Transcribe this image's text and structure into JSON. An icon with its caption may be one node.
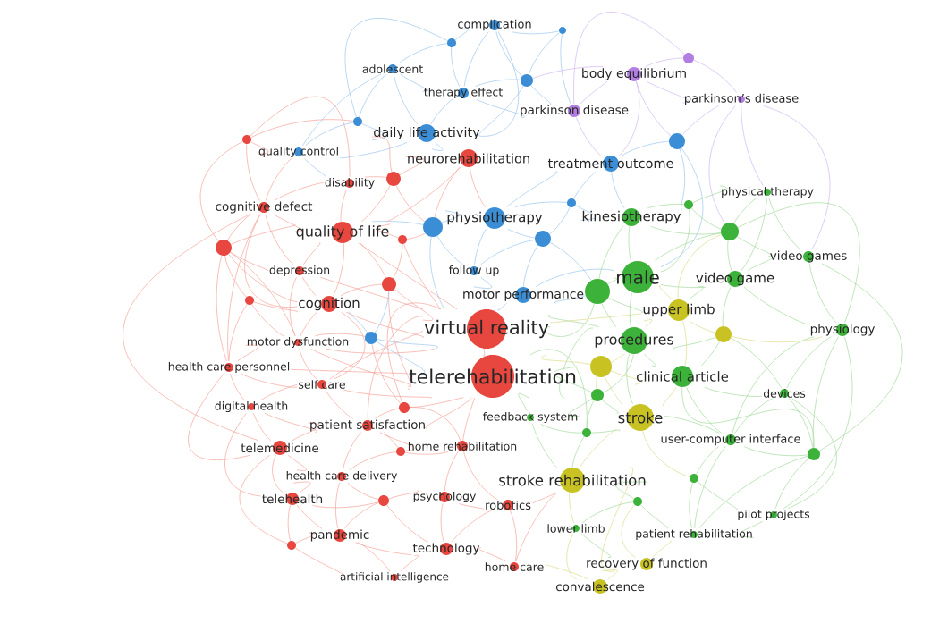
{
  "diagram": {
    "nodes": [
      {
        "text": [
          "complication"
        ]
      },
      {
        "text": [],
        "shape": "circle"
      },
      {
        "text": [],
        "shape": "circle"
      },
      {
        "text": [],
        "shape": "circle"
      },
      {
        "text": [
          "adolescent"
        ]
      },
      {
        "text": [
          "body equilibrium"
        ]
      },
      {
        "text": [],
        "shape": "circle"
      },
      {
        "text": [
          "therapy effect"
        ]
      },
      {
        "text": [
          "parkinson’s disease"
        ]
      },
      {
        "text": [
          "parkinson disease"
        ]
      },
      {
        "text": [],
        "shape": "circle"
      },
      {
        "text": [
          "daily life activity"
        ]
      },
      {
        "text": [],
        "shape": "circle"
      },
      {
        "text": [],
        "shape": "circle"
      },
      {
        "text": [
          "quality control"
        ]
      },
      {
        "text": [
          "neurorehabilitation"
        ]
      },
      {
        "text": [
          "treatment outcome"
        ]
      },
      {
        "text": [],
        "shape": "circle"
      },
      {
        "text": [
          "disability"
        ]
      },
      {
        "text": [
          "physical therapy"
        ]
      },
      {
        "text": [],
        "shape": "circle"
      },
      {
        "text": [],
        "shape": "circle"
      },
      {
        "text": [
          "cognitive defect"
        ]
      },
      {
        "text": [
          "physiotherapy"
        ]
      },
      {
        "text": [],
        "shape": "circle"
      },
      {
        "text": [
          "kinesiotherapy"
        ]
      },
      {
        "text": [],
        "shape": "circle"
      },
      {
        "text": [
          "quality of life"
        ]
      },
      {
        "text": [],
        "shape": "circle"
      },
      {
        "text": [],
        "shape": "circle"
      },
      {
        "text": [],
        "shape": "circle"
      },
      {
        "text": [
          "video games"
        ]
      },
      {
        "text": [
          "depression"
        ]
      },
      {
        "text": [
          "follow up"
        ]
      },
      {
        "text": [
          "male"
        ]
      },
      {
        "text": [
          "video game"
        ]
      },
      {
        "text": [],
        "shape": "circle"
      },
      {
        "text": [],
        "shape": "circle"
      },
      {
        "text": [
          "motor performance"
        ]
      },
      {
        "text": [],
        "shape": "circle"
      },
      {
        "text": [
          "cognition"
        ]
      },
      {
        "text": [
          "upper limb"
        ]
      },
      {
        "text": [
          "virtual reality"
        ]
      },
      {
        "text": [
          "procedures"
        ]
      },
      {
        "text": [
          "physiology"
        ]
      },
      {
        "text": [],
        "shape": "circle"
      },
      {
        "text": [],
        "shape": "circle"
      },
      {
        "text": [
          "motor dysfunction"
        ]
      },
      {
        "text": [],
        "shape": "circle"
      },
      {
        "text": [
          "health care personnel"
        ]
      },
      {
        "text": [
          "telerehabilitation"
        ]
      },
      {
        "text": [
          "clinical article"
        ]
      },
      {
        "text": [
          "self care"
        ]
      },
      {
        "text": [],
        "shape": "circle"
      },
      {
        "text": [],
        "shape": "circle"
      },
      {
        "text": [
          "devices"
        ]
      },
      {
        "text": [
          "digital health"
        ]
      },
      {
        "text": [
          "feedback system"
        ]
      },
      {
        "text": [
          "stroke"
        ]
      },
      {
        "text": [
          "patient satisfaction"
        ]
      },
      {
        "text": [],
        "shape": "circle"
      },
      {
        "text": [],
        "shape": "circle"
      },
      {
        "text": [
          "home rehabilitation"
        ]
      },
      {
        "text": [
          "user-computer interface"
        ]
      },
      {
        "text": [],
        "shape": "circle"
      },
      {
        "text": [
          "telemedicine"
        ]
      },
      {
        "text": [
          "health care delivery"
        ]
      },
      {
        "text": [
          "stroke rehabilitation"
        ]
      },
      {
        "text": [],
        "shape": "circle"
      },
      {
        "text": [],
        "shape": "circle"
      },
      {
        "text": [
          "telehealth"
        ]
      },
      {
        "text": [
          "psychology"
        ]
      },
      {
        "text": [],
        "shape": "circle"
      },
      {
        "text": [
          "robotics"
        ]
      },
      {
        "text": [
          "pilot projects"
        ]
      },
      {
        "text": [
          "lower limb"
        ]
      },
      {
        "text": [
          "pandemic"
        ]
      },
      {
        "text": [
          "patient rehabilitation"
        ]
      },
      {
        "text": [],
        "shape": "circle"
      },
      {
        "text": [
          "technology"
        ]
      },
      {
        "text": [
          "recovery of function"
        ]
      },
      {
        "text": [
          "home care"
        ]
      },
      {
        "text": [
          "artificial intelligence"
        ]
      },
      {
        "text": [
          "convalescence"
        ]
      }
    ],
    "edges": [
      {
        "from": 24,
        "to": 42,
        "arrow": "none",
        "color": "#9cc5ee"
      },
      {
        "from": 27,
        "to": 42,
        "arrow": "none"
      },
      {
        "from": 29,
        "to": 42,
        "arrow": "none"
      },
      {
        "from": 32,
        "to": 42,
        "arrow": "none"
      },
      {
        "from": 36,
        "to": 42,
        "arrow": "none"
      },
      {
        "from": 36,
        "to": 50,
        "arrow": "none"
      },
      {
        "from": 37,
        "to": 42,
        "arrow": "none",
        "color": "#a4da9c"
      },
      {
        "from": 38,
        "to": 42,
        "arrow": "none",
        "color": "#9cc5ee"
      },
      {
        "from": 40,
        "to": 42,
        "arrow": "none"
      },
      {
        "from": 41,
        "to": 42,
        "arrow": "none",
        "color": "#dedb8a"
      },
      {
        "from": 43,
        "to": 42,
        "arrow": "none",
        "color": "#a4da9c"
      },
      {
        "from": 43,
        "to": 50,
        "arrow": "none",
        "color": "#a4da9c"
      },
      {
        "from": 46,
        "to": 42,
        "arrow": "none",
        "color": "#9cc5ee"
      },
      {
        "from": 46,
        "to": 50,
        "arrow": "none",
        "color": "#9cc5ee"
      },
      {
        "from": 47,
        "to": 42,
        "arrow": "none"
      },
      {
        "from": 47,
        "to": 50,
        "arrow": "none"
      },
      {
        "from": 48,
        "to": 50,
        "arrow": "none",
        "color": "#dedb8a"
      },
      {
        "from": 49,
        "to": 50,
        "arrow": "none"
      },
      {
        "from": 52,
        "to": 42,
        "arrow": "none"
      },
      {
        "from": 52,
        "to": 50,
        "arrow": "none"
      },
      {
        "from": 53,
        "to": 42,
        "arrow": "none"
      },
      {
        "from": 53,
        "to": 50,
        "arrow": "none"
      },
      {
        "from": 54,
        "to": 50,
        "arrow": "none",
        "color": "#a4da9c"
      },
      {
        "from": 57,
        "to": 50,
        "arrow": "none",
        "color": "#a4da9c"
      },
      {
        "from": 59,
        "to": 42,
        "arrow": "none"
      },
      {
        "from": 59,
        "to": 50,
        "arrow": "none"
      },
      {
        "from": 60,
        "to": 50,
        "arrow": "none",
        "color": "#a4da9c"
      },
      {
        "from": 62,
        "to": 50,
        "arrow": "none"
      },
      {
        "from": 42,
        "to": 50,
        "arrow": "none"
      },
      {
        "from": 0,
        "to": 1,
        "arrow": "none",
        "color": "#9cc5ee"
      },
      {
        "from": 0,
        "to": 2,
        "arrow": "none",
        "color": "#9cc5ee"
      },
      {
        "from": 0,
        "to": 6,
        "arrow": "none",
        "color": "#9cc5ee"
      },
      {
        "from": 0,
        "to": 7,
        "arrow": "none",
        "color": "#9cc5ee"
      },
      {
        "from": 0,
        "to": 11,
        "arrow": "none",
        "color": "#9cc5ee"
      },
      {
        "from": 1,
        "to": 4,
        "arrow": "none",
        "color": "#9cc5ee"
      },
      {
        "from": 2,
        "to": 6,
        "arrow": "none",
        "color": "#9cc5ee"
      },
      {
        "from": 4,
        "to": 7,
        "arrow": "none",
        "color": "#9cc5ee"
      },
      {
        "from": 4,
        "to": 11,
        "arrow": "none",
        "color": "#9cc5ee"
      },
      {
        "from": 4,
        "to": 10,
        "arrow": "none",
        "color": "#9cc5ee"
      },
      {
        "from": 6,
        "to": 11,
        "arrow": "none",
        "color": "#9cc5ee"
      },
      {
        "from": 7,
        "to": 11,
        "arrow": "none",
        "color": "#9cc5ee"
      },
      {
        "from": 10,
        "to": 11,
        "arrow": "none",
        "color": "#9cc5ee"
      },
      {
        "from": 11,
        "to": 15,
        "arrow": "none",
        "color": "#9cc5ee"
      },
      {
        "from": 13,
        "to": 16,
        "arrow": "none",
        "color": "#9cc5ee"
      },
      {
        "from": 14,
        "to": 18,
        "arrow": "none",
        "color": "#9cc5ee"
      },
      {
        "from": 14,
        "to": 11,
        "arrow": "none",
        "color": "#9cc5ee"
      },
      {
        "from": 16,
        "to": 23,
        "arrow": "none",
        "color": "#9cc5ee"
      },
      {
        "from": 16,
        "to": 25,
        "arrow": "none",
        "color": "#9cc5ee"
      },
      {
        "from": 16,
        "to": 21,
        "arrow": "none",
        "color": "#9cc5ee"
      },
      {
        "from": 21,
        "to": 23,
        "arrow": "none",
        "color": "#9cc5ee"
      },
      {
        "from": 23,
        "to": 24,
        "arrow": "none",
        "color": "#9cc5ee"
      },
      {
        "from": 23,
        "to": 28,
        "arrow": "none",
        "color": "#9cc5ee"
      },
      {
        "from": 23,
        "to": 33,
        "arrow": "none",
        "color": "#9cc5ee"
      },
      {
        "from": 24,
        "to": 27,
        "arrow": "none",
        "color": "#9cc5ee"
      },
      {
        "from": 28,
        "to": 38,
        "arrow": "none",
        "color": "#9cc5ee"
      },
      {
        "from": 33,
        "to": 38,
        "arrow": "none",
        "color": "#9cc5ee"
      },
      {
        "from": 38,
        "to": 34,
        "arrow": "none",
        "color": "#9cc5ee"
      },
      {
        "from": 46,
        "to": 40,
        "arrow": "none",
        "color": "#9cc5ee"
      },
      {
        "from": 13,
        "to": 34,
        "arrow": "none",
        "color": "#9cc5ee"
      },
      {
        "from": 3,
        "to": 5,
        "arrow": "none",
        "color": "#d2b6f0"
      },
      {
        "from": 3,
        "to": 8,
        "arrow": "none",
        "color": "#d2b6f0"
      },
      {
        "from": 5,
        "to": 9,
        "arrow": "none",
        "color": "#d2b6f0"
      },
      {
        "from": 5,
        "to": 8,
        "arrow": "none",
        "color": "#d2b6f0"
      },
      {
        "from": 9,
        "to": 16,
        "arrow": "none",
        "color": "#d2b6f0"
      },
      {
        "from": 5,
        "to": 16,
        "arrow": "none",
        "color": "#d2b6f0"
      },
      {
        "from": 8,
        "to": 26,
        "arrow": "none",
        "color": "#d2b6f0"
      },
      {
        "from": 5,
        "to": 13,
        "arrow": "none",
        "color": "#d2b6f0"
      },
      {
        "from": 12,
        "to": 22,
        "arrow": "none"
      },
      {
        "from": 12,
        "to": 30,
        "arrow": "none"
      },
      {
        "from": 12,
        "to": 18,
        "arrow": "none"
      },
      {
        "from": 15,
        "to": 17,
        "arrow": "none"
      },
      {
        "from": 15,
        "to": 27,
        "arrow": "none"
      },
      {
        "from": 17,
        "to": 27,
        "arrow": "none"
      },
      {
        "from": 18,
        "to": 27,
        "arrow": "none"
      },
      {
        "from": 22,
        "to": 27,
        "arrow": "none"
      },
      {
        "from": 22,
        "to": 30,
        "arrow": "none"
      },
      {
        "from": 27,
        "to": 30,
        "arrow": "none"
      },
      {
        "from": 27,
        "to": 32,
        "arrow": "none"
      },
      {
        "from": 27,
        "to": 40,
        "arrow": "none"
      },
      {
        "from": 29,
        "to": 27,
        "arrow": "none"
      },
      {
        "from": 30,
        "to": 32,
        "arrow": "none"
      },
      {
        "from": 30,
        "to": 39,
        "arrow": "none"
      },
      {
        "from": 30,
        "to": 40,
        "arrow": "none"
      },
      {
        "from": 32,
        "to": 40,
        "arrow": "none"
      },
      {
        "from": 36,
        "to": 40,
        "arrow": "none"
      },
      {
        "from": 39,
        "to": 47,
        "arrow": "none"
      },
      {
        "from": 40,
        "to": 47,
        "arrow": "none"
      },
      {
        "from": 47,
        "to": 49,
        "arrow": "none"
      },
      {
        "from": 49,
        "to": 56,
        "arrow": "none"
      },
      {
        "from": 52,
        "to": 40,
        "arrow": "none"
      },
      {
        "from": 53,
        "to": 59,
        "arrow": "none"
      },
      {
        "from": 56,
        "to": 65,
        "arrow": "none"
      },
      {
        "from": 59,
        "to": 65,
        "arrow": "none"
      },
      {
        "from": 61,
        "to": 62,
        "arrow": "none"
      },
      {
        "from": 62,
        "to": 71,
        "arrow": "none"
      },
      {
        "from": 65,
        "to": 66,
        "arrow": "none"
      },
      {
        "from": 65,
        "to": 70,
        "arrow": "none"
      },
      {
        "from": 66,
        "to": 70,
        "arrow": "none"
      },
      {
        "from": 70,
        "to": 76,
        "arrow": "none"
      },
      {
        "from": 76,
        "to": 78,
        "arrow": "none"
      },
      {
        "from": 70,
        "to": 78,
        "arrow": "none"
      },
      {
        "from": 71,
        "to": 72,
        "arrow": "none"
      },
      {
        "from": 72,
        "to": 76,
        "arrow": "none"
      },
      {
        "from": 73,
        "to": 79,
        "arrow": "none"
      },
      {
        "from": 79,
        "to": 82,
        "arrow": "none"
      },
      {
        "from": 81,
        "to": 73,
        "arrow": "none"
      },
      {
        "from": 76,
        "to": 79,
        "arrow": "none"
      },
      {
        "from": 82,
        "to": 76,
        "arrow": "none"
      },
      {
        "from": 65,
        "to": 22,
        "arrow": "none"
      },
      {
        "from": 19,
        "to": 26,
        "arrow": "none",
        "color": "#a4da9c"
      },
      {
        "from": 20,
        "to": 25,
        "arrow": "none",
        "color": "#a4da9c"
      },
      {
        "from": 25,
        "to": 34,
        "arrow": "none",
        "color": "#a4da9c"
      },
      {
        "from": 26,
        "to": 35,
        "arrow": "none",
        "color": "#a4da9c"
      },
      {
        "from": 26,
        "to": 31,
        "arrow": "none",
        "color": "#a4da9c"
      },
      {
        "from": 31,
        "to": 35,
        "arrow": "none",
        "color": "#a4da9c"
      },
      {
        "from": 31,
        "to": 44,
        "arrow": "none",
        "color": "#a4da9c"
      },
      {
        "from": 34,
        "to": 35,
        "arrow": "none",
        "color": "#a4da9c"
      },
      {
        "from": 34,
        "to": 37,
        "arrow": "none",
        "color": "#a4da9c"
      },
      {
        "from": 34,
        "to": 43,
        "arrow": "none",
        "color": "#a4da9c"
      },
      {
        "from": 35,
        "to": 44,
        "arrow": "none",
        "color": "#a4da9c"
      },
      {
        "from": 37,
        "to": 43,
        "arrow": "none",
        "color": "#a4da9c"
      },
      {
        "from": 43,
        "to": 51,
        "arrow": "none",
        "color": "#a4da9c"
      },
      {
        "from": 44,
        "to": 55,
        "arrow": "none",
        "color": "#a4da9c"
      },
      {
        "from": 44,
        "to": 64,
        "arrow": "none",
        "color": "#a4da9c"
      },
      {
        "from": 51,
        "to": 55,
        "arrow": "none",
        "color": "#a4da9c"
      },
      {
        "from": 51,
        "to": 63,
        "arrow": "none",
        "color": "#a4da9c"
      },
      {
        "from": 54,
        "to": 43,
        "arrow": "none",
        "color": "#a4da9c"
      },
      {
        "from": 55,
        "to": 64,
        "arrow": "none",
        "color": "#a4da9c"
      },
      {
        "from": 57,
        "to": 60,
        "arrow": "none",
        "color": "#a4da9c"
      },
      {
        "from": 63,
        "to": 64,
        "arrow": "none",
        "color": "#a4da9c"
      },
      {
        "from": 63,
        "to": 68,
        "arrow": "none",
        "color": "#a4da9c"
      },
      {
        "from": 64,
        "to": 74,
        "arrow": "none",
        "color": "#a4da9c"
      },
      {
        "from": 68,
        "to": 77,
        "arrow": "none",
        "color": "#a4da9c"
      },
      {
        "from": 69,
        "to": 75,
        "arrow": "none",
        "color": "#a4da9c"
      },
      {
        "from": 77,
        "to": 74,
        "arrow": "none",
        "color": "#a4da9c"
      },
      {
        "from": 19,
        "to": 31,
        "arrow": "none",
        "color": "#a4da9c"
      },
      {
        "from": 44,
        "to": 74,
        "arrow": "none",
        "color": "#a4da9c"
      },
      {
        "from": 41,
        "to": 45,
        "arrow": "none",
        "color": "#dedb8a"
      },
      {
        "from": 41,
        "to": 34,
        "arrow": "none",
        "color": "#dedb8a"
      },
      {
        "from": 41,
        "to": 43,
        "arrow": "none",
        "color": "#dedb8a"
      },
      {
        "from": 45,
        "to": 44,
        "arrow": "none",
        "color": "#dedb8a"
      },
      {
        "from": 48,
        "to": 58,
        "arrow": "none",
        "color": "#dedb8a"
      },
      {
        "from": 58,
        "to": 67,
        "arrow": "none",
        "color": "#dedb8a"
      },
      {
        "from": 58,
        "to": 51,
        "arrow": "none",
        "color": "#dedb8a"
      },
      {
        "from": 67,
        "to": 80,
        "arrow": "none",
        "color": "#dedb8a"
      },
      {
        "from": 80,
        "to": 83,
        "arrow": "none",
        "color": "#dedb8a"
      },
      {
        "from": 75,
        "to": 83,
        "arrow": "none",
        "color": "#dedb8a"
      },
      {
        "from": 77,
        "to": 80,
        "arrow": "none",
        "color": "#dedb8a"
      },
      {
        "from": 67,
        "to": 75,
        "arrow": "none",
        "color": "#dedb8a"
      },
      {
        "from": 12,
        "to": 14,
        "arrow": "none"
      },
      {
        "from": 22,
        "to": 32,
        "arrow": "none"
      },
      {
        "from": 22,
        "to": 40,
        "arrow": "none"
      },
      {
        "from": 22,
        "to": 49,
        "arrow": "none"
      },
      {
        "from": 30,
        "to": 47,
        "arrow": "none"
      },
      {
        "from": 30,
        "to": 49,
        "arrow": "none"
      },
      {
        "from": 39,
        "to": 40,
        "arrow": "none"
      },
      {
        "from": 39,
        "to": 49,
        "arrow": "none"
      },
      {
        "from": 32,
        "to": 47,
        "arrow": "none"
      },
      {
        "from": 47,
        "to": 52,
        "arrow": "none"
      },
      {
        "from": 49,
        "to": 52,
        "arrow": "none"
      },
      {
        "from": 52,
        "to": 56,
        "arrow": "none"
      },
      {
        "from": 52,
        "to": 59,
        "arrow": "none"
      },
      {
        "from": 56,
        "to": 59,
        "arrow": "none"
      },
      {
        "from": 49,
        "to": 65,
        "arrow": "none"
      },
      {
        "from": 56,
        "to": 70,
        "arrow": "none"
      },
      {
        "from": 59,
        "to": 66,
        "arrow": "none"
      },
      {
        "from": 59,
        "to": 62,
        "arrow": "none"
      },
      {
        "from": 61,
        "to": 59,
        "arrow": "none"
      },
      {
        "from": 61,
        "to": 66,
        "arrow": "none"
      },
      {
        "from": 62,
        "to": 73,
        "arrow": "none"
      },
      {
        "from": 66,
        "to": 76,
        "arrow": "none"
      },
      {
        "from": 66,
        "to": 72,
        "arrow": "none"
      },
      {
        "from": 71,
        "to": 79,
        "arrow": "none"
      },
      {
        "from": 71,
        "to": 73,
        "arrow": "none"
      },
      {
        "from": 72,
        "to": 79,
        "arrow": "none"
      },
      {
        "from": 73,
        "to": 67,
        "arrow": "none"
      },
      {
        "from": 81,
        "to": 79,
        "arrow": "none"
      },
      {
        "from": 81,
        "to": 67,
        "arrow": "none"
      },
      {
        "from": 78,
        "to": 65,
        "arrow": "none"
      },
      {
        "from": 78,
        "to": 82,
        "arrow": "none"
      },
      {
        "from": 70,
        "to": 72,
        "arrow": "none"
      },
      {
        "from": 53,
        "to": 62,
        "arrow": "none"
      },
      {
        "from": 36,
        "to": 27,
        "arrow": "none"
      },
      {
        "from": 36,
        "to": 29,
        "arrow": "none"
      },
      {
        "from": 29,
        "to": 24,
        "arrow": "none"
      },
      {
        "from": 17,
        "to": 18,
        "arrow": "none"
      },
      {
        "from": 17,
        "to": 11,
        "arrow": "none"
      },
      {
        "from": 18,
        "to": 22,
        "arrow": "none"
      },
      {
        "from": 14,
        "to": 22,
        "arrow": "none"
      },
      {
        "from": 12,
        "to": 10,
        "arrow": "none"
      },
      {
        "from": 15,
        "to": 23,
        "arrow": "none"
      },
      {
        "from": 15,
        "to": 24,
        "arrow": "none"
      },
      {
        "from": 17,
        "to": 24,
        "arrow": "none"
      },
      {
        "from": 46,
        "to": 53,
        "arrow": "none"
      },
      {
        "from": 46,
        "to": 47,
        "arrow": "none"
      },
      {
        "from": 1,
        "to": 7,
        "arrow": "none",
        "color": "#9cc5ee"
      },
      {
        "from": 1,
        "to": 10,
        "arrow": "none",
        "color": "#9cc5ee"
      },
      {
        "from": 2,
        "to": 9,
        "arrow": "none",
        "color": "#9cc5ee"
      },
      {
        "from": 4,
        "to": 14,
        "arrow": "none",
        "color": "#9cc5ee"
      },
      {
        "from": 6,
        "to": 7,
        "arrow": "none",
        "color": "#9cc5ee"
      },
      {
        "from": 6,
        "to": 9,
        "arrow": "none",
        "color": "#9cc5ee"
      },
      {
        "from": 7,
        "to": 9,
        "arrow": "none",
        "color": "#9cc5ee"
      },
      {
        "from": 10,
        "to": 14,
        "arrow": "none",
        "color": "#9cc5ee"
      },
      {
        "from": 13,
        "to": 25,
        "arrow": "none",
        "color": "#9cc5ee"
      },
      {
        "from": 21,
        "to": 25,
        "arrow": "none",
        "color": "#9cc5ee"
      },
      {
        "from": 21,
        "to": 28,
        "arrow": "none",
        "color": "#9cc5ee"
      },
      {
        "from": 24,
        "to": 33,
        "arrow": "none",
        "color": "#9cc5ee"
      },
      {
        "from": 28,
        "to": 33,
        "arrow": "none",
        "color": "#9cc5ee"
      },
      {
        "from": 28,
        "to": 37,
        "arrow": "none",
        "color": "#9cc5ee"
      },
      {
        "from": 38,
        "to": 37,
        "arrow": "none",
        "color": "#9cc5ee"
      },
      {
        "from": 46,
        "to": 36,
        "arrow": "none",
        "color": "#9cc5ee"
      },
      {
        "from": 8,
        "to": 13,
        "arrow": "none",
        "color": "#d2b6f0"
      },
      {
        "from": 8,
        "to": 19,
        "arrow": "none",
        "color": "#d2b6f0"
      },
      {
        "from": 3,
        "to": 9,
        "arrow": "none",
        "color": "#d2b6f0"
      },
      {
        "from": 5,
        "to": 6,
        "arrow": "none",
        "color": "#d2b6f0"
      },
      {
        "from": 8,
        "to": 31,
        "arrow": "none",
        "color": "#d2b6f0"
      },
      {
        "from": 19,
        "to": 20,
        "arrow": "none",
        "color": "#a4da9c"
      },
      {
        "from": 19,
        "to": 35,
        "arrow": "none",
        "color": "#a4da9c"
      },
      {
        "from": 20,
        "to": 26,
        "arrow": "none",
        "color": "#a4da9c"
      },
      {
        "from": 20,
        "to": 34,
        "arrow": "none",
        "color": "#a4da9c"
      },
      {
        "from": 25,
        "to": 26,
        "arrow": "none",
        "color": "#a4da9c"
      },
      {
        "from": 25,
        "to": 37,
        "arrow": "none",
        "color": "#a4da9c"
      },
      {
        "from": 26,
        "to": 34,
        "arrow": "none",
        "color": "#a4da9c"
      },
      {
        "from": 26,
        "to": 44,
        "arrow": "none",
        "color": "#a4da9c"
      },
      {
        "from": 31,
        "to": 64,
        "arrow": "none",
        "color": "#a4da9c"
      },
      {
        "from": 35,
        "to": 41,
        "arrow": "none",
        "color": "#a4da9c"
      },
      {
        "from": 35,
        "to": 45,
        "arrow": "none",
        "color": "#a4da9c"
      },
      {
        "from": 37,
        "to": 41,
        "arrow": "none",
        "color": "#a4da9c"
      },
      {
        "from": 43,
        "to": 45,
        "arrow": "none",
        "color": "#a4da9c"
      },
      {
        "from": 43,
        "to": 58,
        "arrow": "none",
        "color": "#a4da9c"
      },
      {
        "from": 51,
        "to": 45,
        "arrow": "none",
        "color": "#a4da9c"
      },
      {
        "from": 51,
        "to": 64,
        "arrow": "none",
        "color": "#a4da9c"
      },
      {
        "from": 54,
        "to": 58,
        "arrow": "none",
        "color": "#a4da9c"
      },
      {
        "from": 54,
        "to": 60,
        "arrow": "none",
        "color": "#a4da9c"
      },
      {
        "from": 55,
        "to": 63,
        "arrow": "none",
        "color": "#a4da9c"
      },
      {
        "from": 55,
        "to": 45,
        "arrow": "none",
        "color": "#a4da9c"
      },
      {
        "from": 57,
        "to": 54,
        "arrow": "none",
        "color": "#a4da9c"
      },
      {
        "from": 57,
        "to": 67,
        "arrow": "none",
        "color": "#a4da9c"
      },
      {
        "from": 60,
        "to": 58,
        "arrow": "none",
        "color": "#a4da9c"
      },
      {
        "from": 60,
        "to": 67,
        "arrow": "none",
        "color": "#a4da9c"
      },
      {
        "from": 63,
        "to": 58,
        "arrow": "none",
        "color": "#a4da9c"
      },
      {
        "from": 63,
        "to": 77,
        "arrow": "none",
        "color": "#a4da9c"
      },
      {
        "from": 64,
        "to": 77,
        "arrow": "none",
        "color": "#a4da9c"
      },
      {
        "from": 68,
        "to": 74,
        "arrow": "none",
        "color": "#a4da9c"
      },
      {
        "from": 69,
        "to": 67,
        "arrow": "none",
        "color": "#a4da9c"
      },
      {
        "from": 69,
        "to": 77,
        "arrow": "none",
        "color": "#a4da9c"
      },
      {
        "from": 75,
        "to": 80,
        "arrow": "none",
        "color": "#a4da9c"
      },
      {
        "from": 74,
        "to": 55,
        "arrow": "none",
        "color": "#a4da9c"
      },
      {
        "from": 44,
        "to": 63,
        "arrow": "none",
        "color": "#a4da9c"
      },
      {
        "from": 41,
        "to": 51,
        "arrow": "none",
        "color": "#dedb8a"
      },
      {
        "from": 48,
        "to": 43,
        "arrow": "none",
        "color": "#dedb8a"
      },
      {
        "from": 48,
        "to": 54,
        "arrow": "none",
        "color": "#dedb8a"
      },
      {
        "from": 48,
        "to": 51,
        "arrow": "none",
        "color": "#dedb8a"
      },
      {
        "from": 58,
        "to": 68,
        "arrow": "none",
        "color": "#dedb8a"
      },
      {
        "from": 80,
        "to": 69,
        "arrow": "none",
        "color": "#dedb8a"
      },
      {
        "from": 83,
        "to": 81,
        "arrow": "none",
        "color": "#dedb8a"
      },
      {
        "from": 41,
        "to": 26,
        "arrow": "none",
        "color": "#dedb8a"
      }
    ]
  }
}
